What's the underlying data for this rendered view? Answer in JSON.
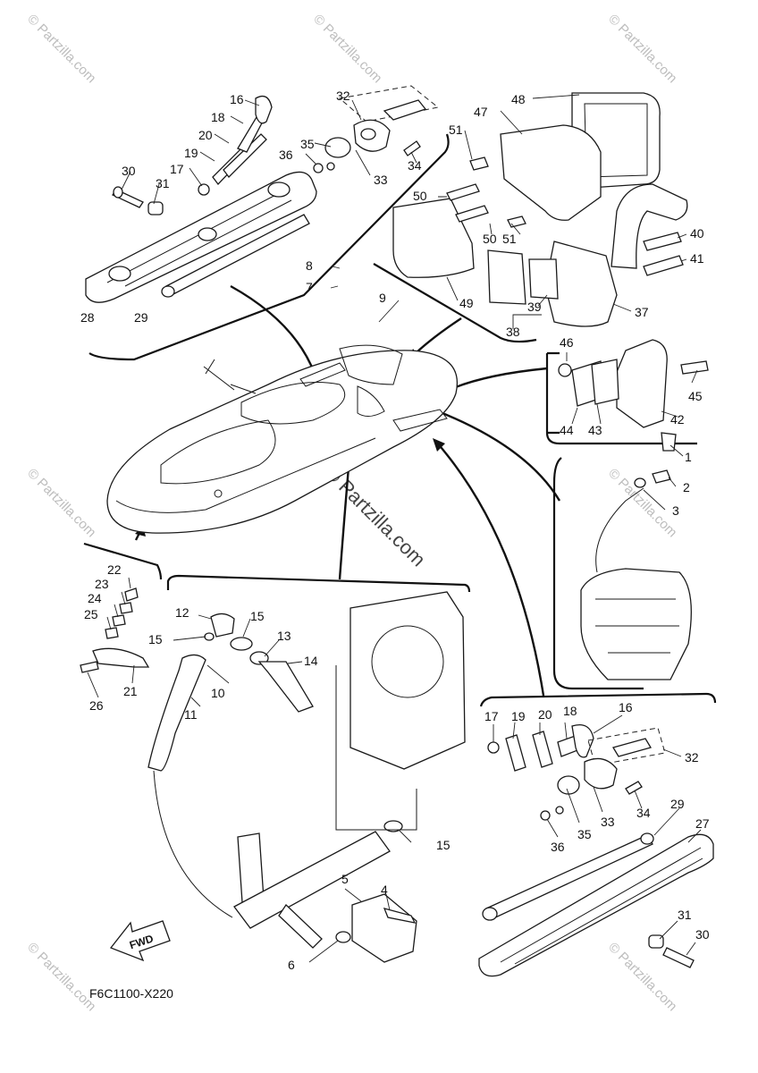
{
  "diagram_code": "F6C1100-X220",
  "fwd_label": "FWD",
  "watermark": "© Partzilla.com",
  "callouts": {
    "n1": "1",
    "n2": "2",
    "n3": "3",
    "n4": "4",
    "n5": "5",
    "n6": "6",
    "n7": "7",
    "n8": "8",
    "n9": "9",
    "n10": "10",
    "n11": "11",
    "n12": "12",
    "n13": "13",
    "n14": "14",
    "n15": "15",
    "n16": "16",
    "n17": "17",
    "n18": "18",
    "n19": "19",
    "n20": "20",
    "n21": "21",
    "n22": "22",
    "n23": "23",
    "n24": "24",
    "n25": "25",
    "n26": "26",
    "n27": "27",
    "n28": "28",
    "n29": "29",
    "n30": "30",
    "n31": "31",
    "n32": "32",
    "n33": "33",
    "n34": "34",
    "n35": "35",
    "n36": "36",
    "n37": "37",
    "n38": "38",
    "n39": "39",
    "n40": "40",
    "n41": "41",
    "n42": "42",
    "n43": "43",
    "n44": "44",
    "n45": "45",
    "n46": "46",
    "n47": "47",
    "n48": "48",
    "n49": "49",
    "n50": "50",
    "n51": "51"
  }
}
